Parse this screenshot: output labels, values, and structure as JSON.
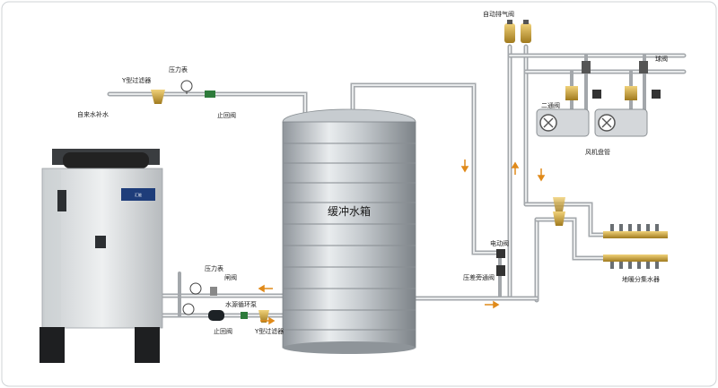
{
  "labels": {
    "auto_exhaust_valve": "自动排气阀",
    "pressure_gauge_top": "压力表",
    "y_filter_top": "Y型过滤器",
    "makeup_water": "自来水补水",
    "check_valve_top": "止回阀",
    "ball_valve": "球阀",
    "two_way_valve": "二通阀",
    "fan_coil": "风机盘管",
    "buffer_tank": "缓冲水箱",
    "check_valve_right": "电动阀",
    "diff_bypass_valve": "压差旁通阀",
    "floor_manifold": "地暖分集水器",
    "pressure_gauge_bottom": "压力表",
    "gate_valve": "闸阀",
    "circulation_pump": "水源循环泵",
    "check_valve_bottom": "止回阀",
    "y_filter_bottom": "Y型过滤器",
    "unit_brand": "汇能"
  },
  "colors": {
    "pipe": "#c9ccd0",
    "tank": "#b9bec3",
    "unit_body": "#dfe2e4",
    "valve_brass": "#c8a13a",
    "flow_arrow": "#e08a1a"
  }
}
